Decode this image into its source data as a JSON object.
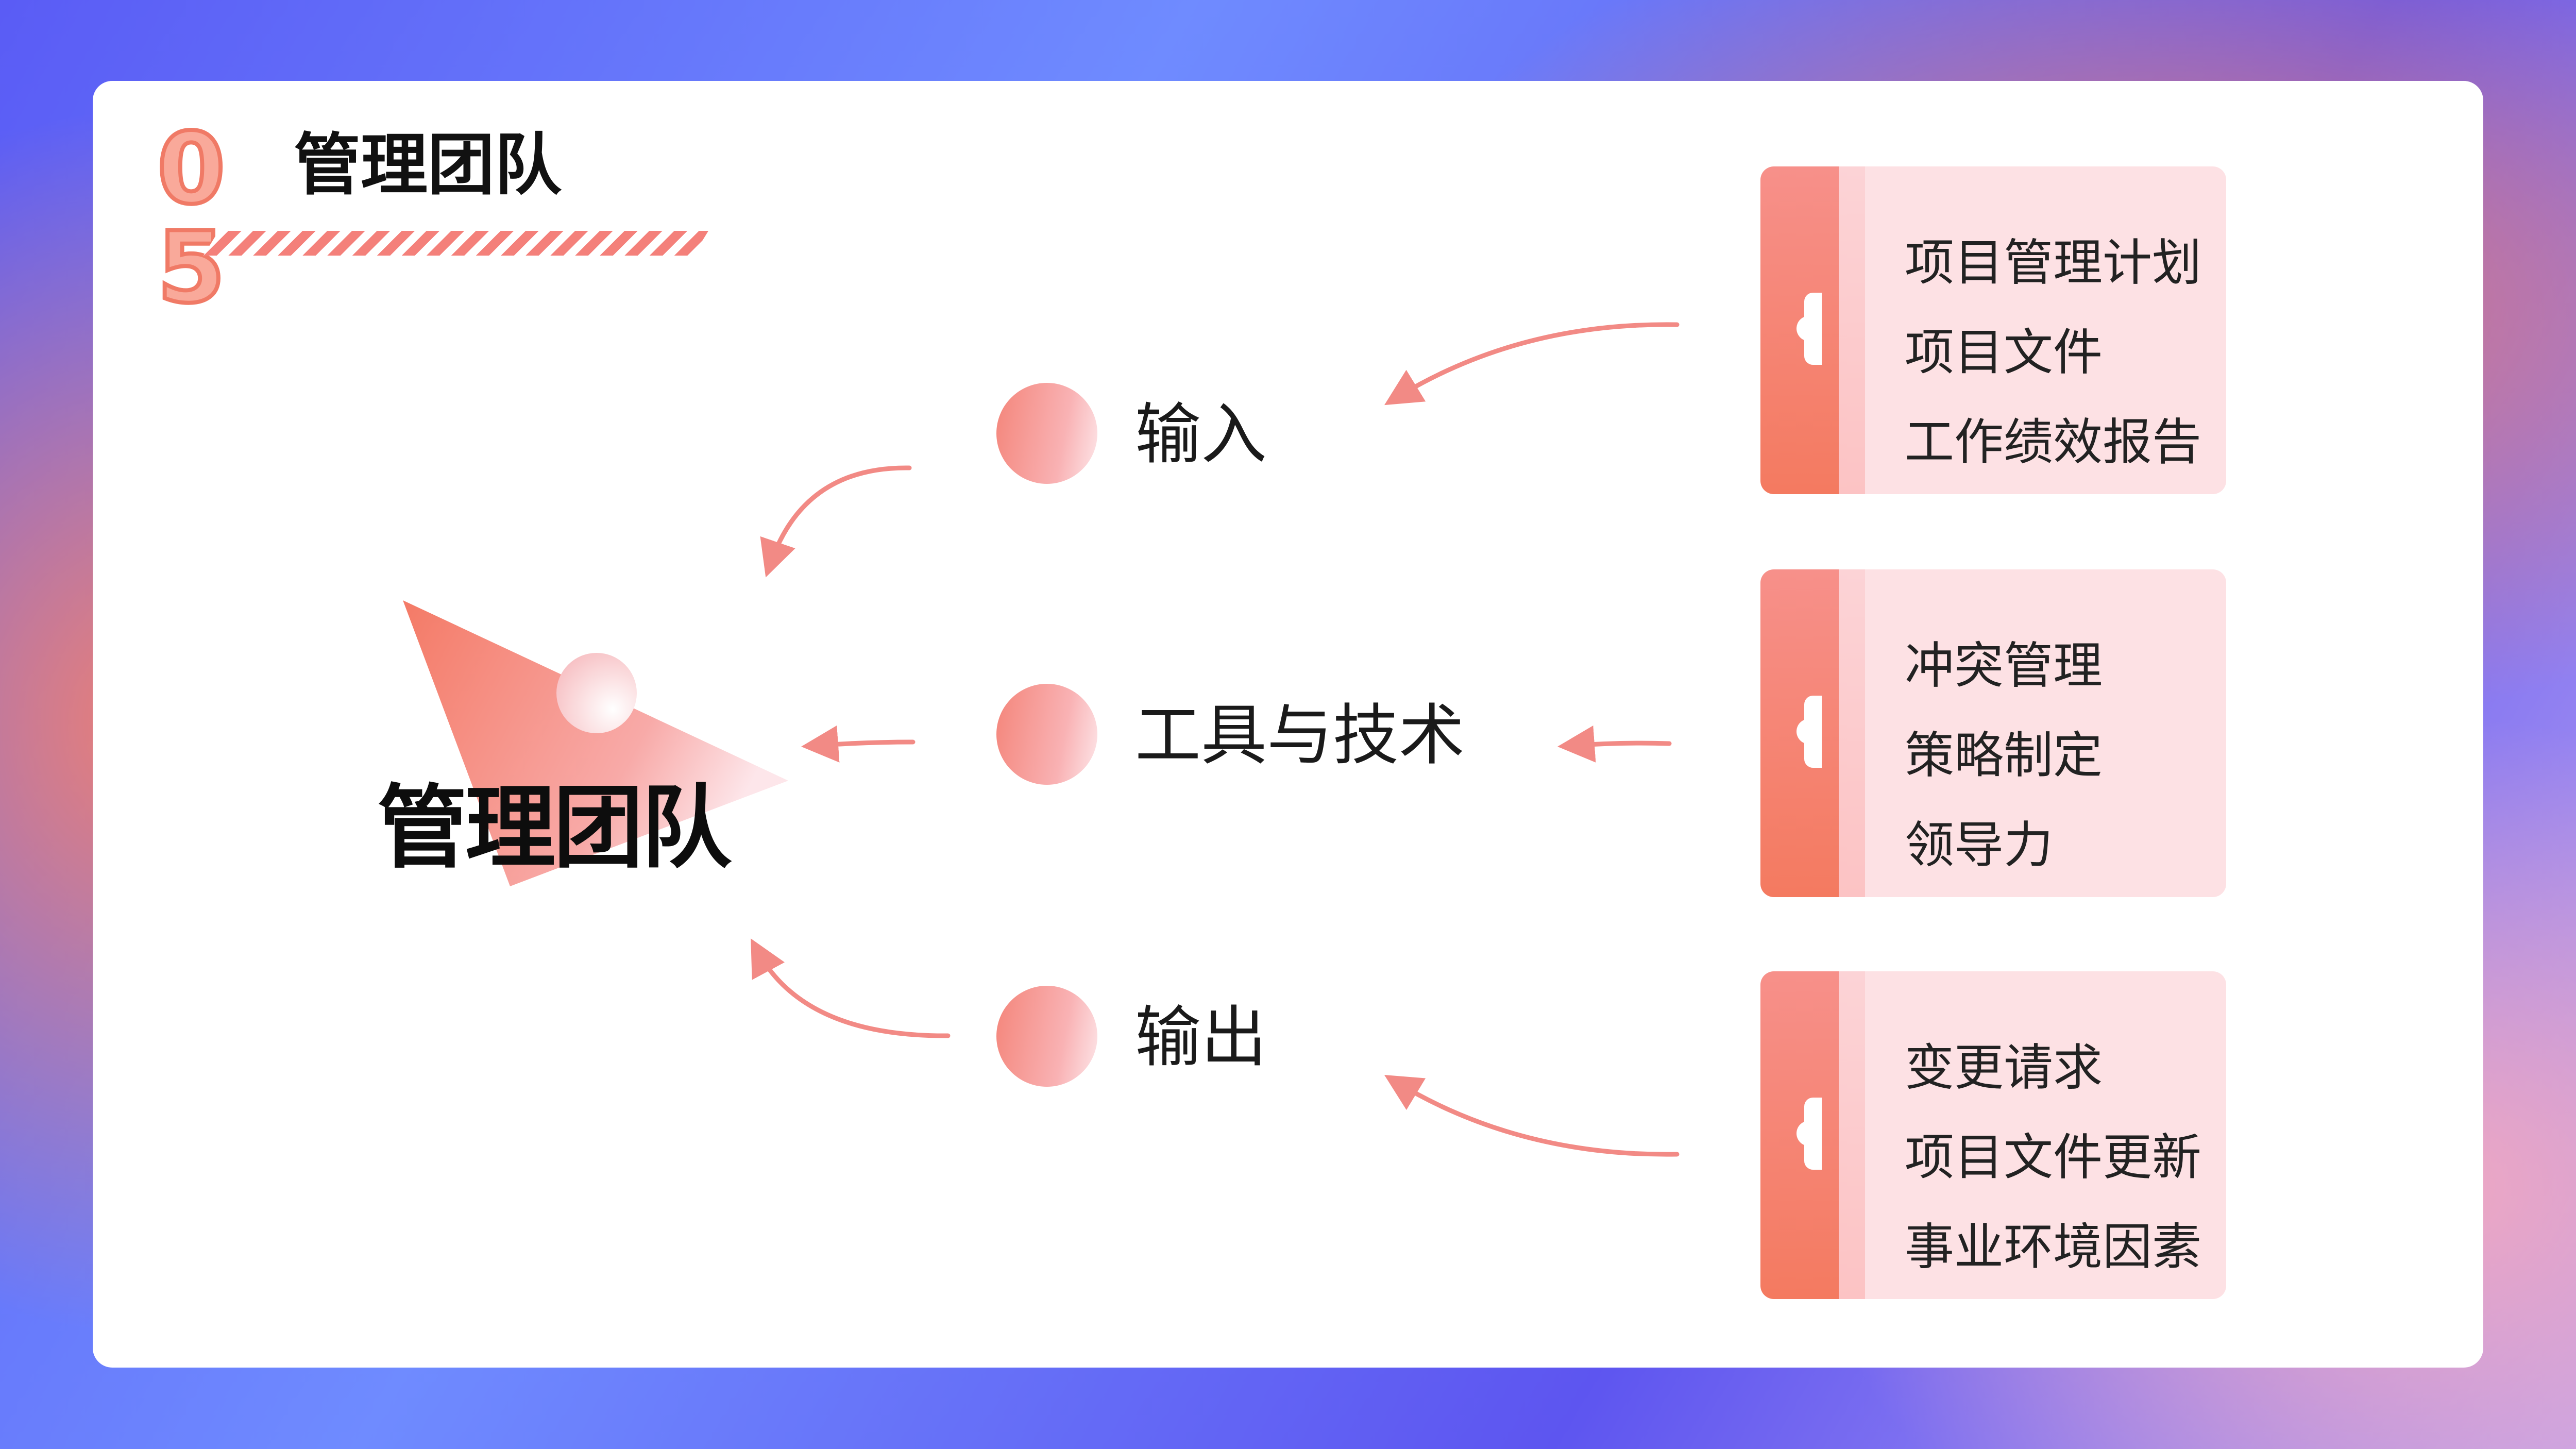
{
  "header": {
    "number_top": "0",
    "number_bottom": "5",
    "title": "管理团队"
  },
  "center": {
    "label": "管理团队"
  },
  "nodes": [
    {
      "label": "输入"
    },
    {
      "label": "工具与技术"
    },
    {
      "label": "输出"
    }
  ],
  "cards": [
    {
      "items": [
        "项目管理计划",
        "项目文件",
        "工作绩效报告"
      ]
    },
    {
      "items": [
        "冲突管理",
        "策略制定",
        "领导力"
      ]
    },
    {
      "items": [
        "变更请求",
        "项目文件更新",
        "事业环境因素"
      ]
    }
  ],
  "colors": {
    "accent": "#f47a66",
    "accent_light": "#fde1e4",
    "background_blue": "#5a5cf5"
  }
}
